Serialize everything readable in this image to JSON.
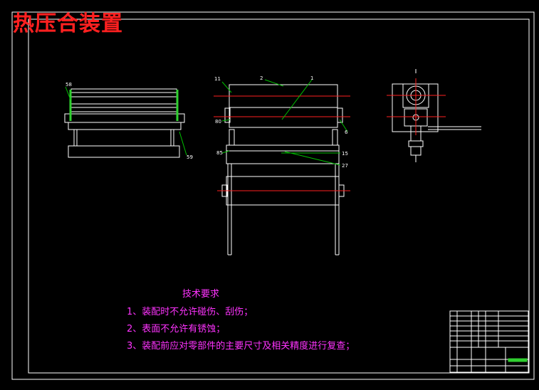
{
  "drawing": {
    "title": "热压合装置",
    "colors": {
      "background": "#000000",
      "frame": "#ffffff",
      "title": "#ff2020",
      "centerline": "#ff2020",
      "leader": "#00c000",
      "highlight": "#30d030",
      "notes": "#ff33ff"
    }
  },
  "technical_requirements": {
    "heading": "技术要求",
    "items": [
      "1、装配时不允许碰伤、刮伤；",
      "2、表面不允许有锈蚀；",
      "3、装配前应对零部件的主要尺寸及相关精度进行复查；"
    ]
  },
  "part_labels": {
    "left_view": [
      "58",
      "59"
    ],
    "front_view": [
      "11",
      "2",
      "1",
      "80",
      "6",
      "85",
      "15",
      "27"
    ]
  }
}
